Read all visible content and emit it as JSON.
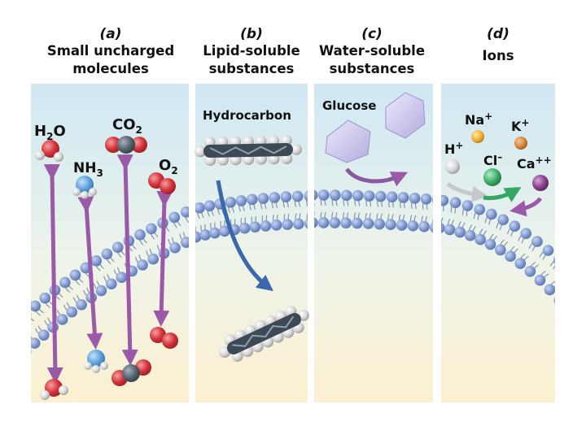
{
  "panels": [
    {
      "letter": "(a)",
      "title": "Small uncharged molecules"
    },
    {
      "letter": "(b)",
      "title": "Lipid-soluble substances"
    },
    {
      "letter": "(c)",
      "title": "Water-soluble substances"
    },
    {
      "letter": "(d)",
      "title": "Ions"
    }
  ],
  "labels": {
    "h2o": {
      "main": "H",
      "sub": "2",
      "tail": "O"
    },
    "co2": {
      "main": "CO",
      "sub": "2"
    },
    "nh3": {
      "main": "NH",
      "sub": "3"
    },
    "o2": {
      "main": "O",
      "sub": "2"
    },
    "hydrocarbon": "Hydrocarbon",
    "glucose": "Glucose",
    "na": {
      "main": "Na",
      "sup": "+"
    },
    "k": {
      "main": "K",
      "sup": "+"
    },
    "h": {
      "main": "H",
      "sup": "+"
    },
    "cl": {
      "main": "Cl",
      "sup": "–"
    },
    "ca": {
      "main": "Ca",
      "sup": "++"
    }
  },
  "colors": {
    "extracellular": "#cfe6f2",
    "intracellular": "#fbf1d6",
    "phospholipid_head": "#7f9bd3",
    "arrow": "#9a5aa8",
    "hydrocarbon_arrow": "#3a68aa",
    "glucose": "#c9c4ec",
    "na": "#f2b339",
    "k": "#d8883c",
    "h": "#d6d6d6",
    "cl": "#3fae6a",
    "ca": "#8a3f8c",
    "oxygen": "#d2323a",
    "carbon": "#55636e",
    "nitrogen": "#5da1de"
  }
}
